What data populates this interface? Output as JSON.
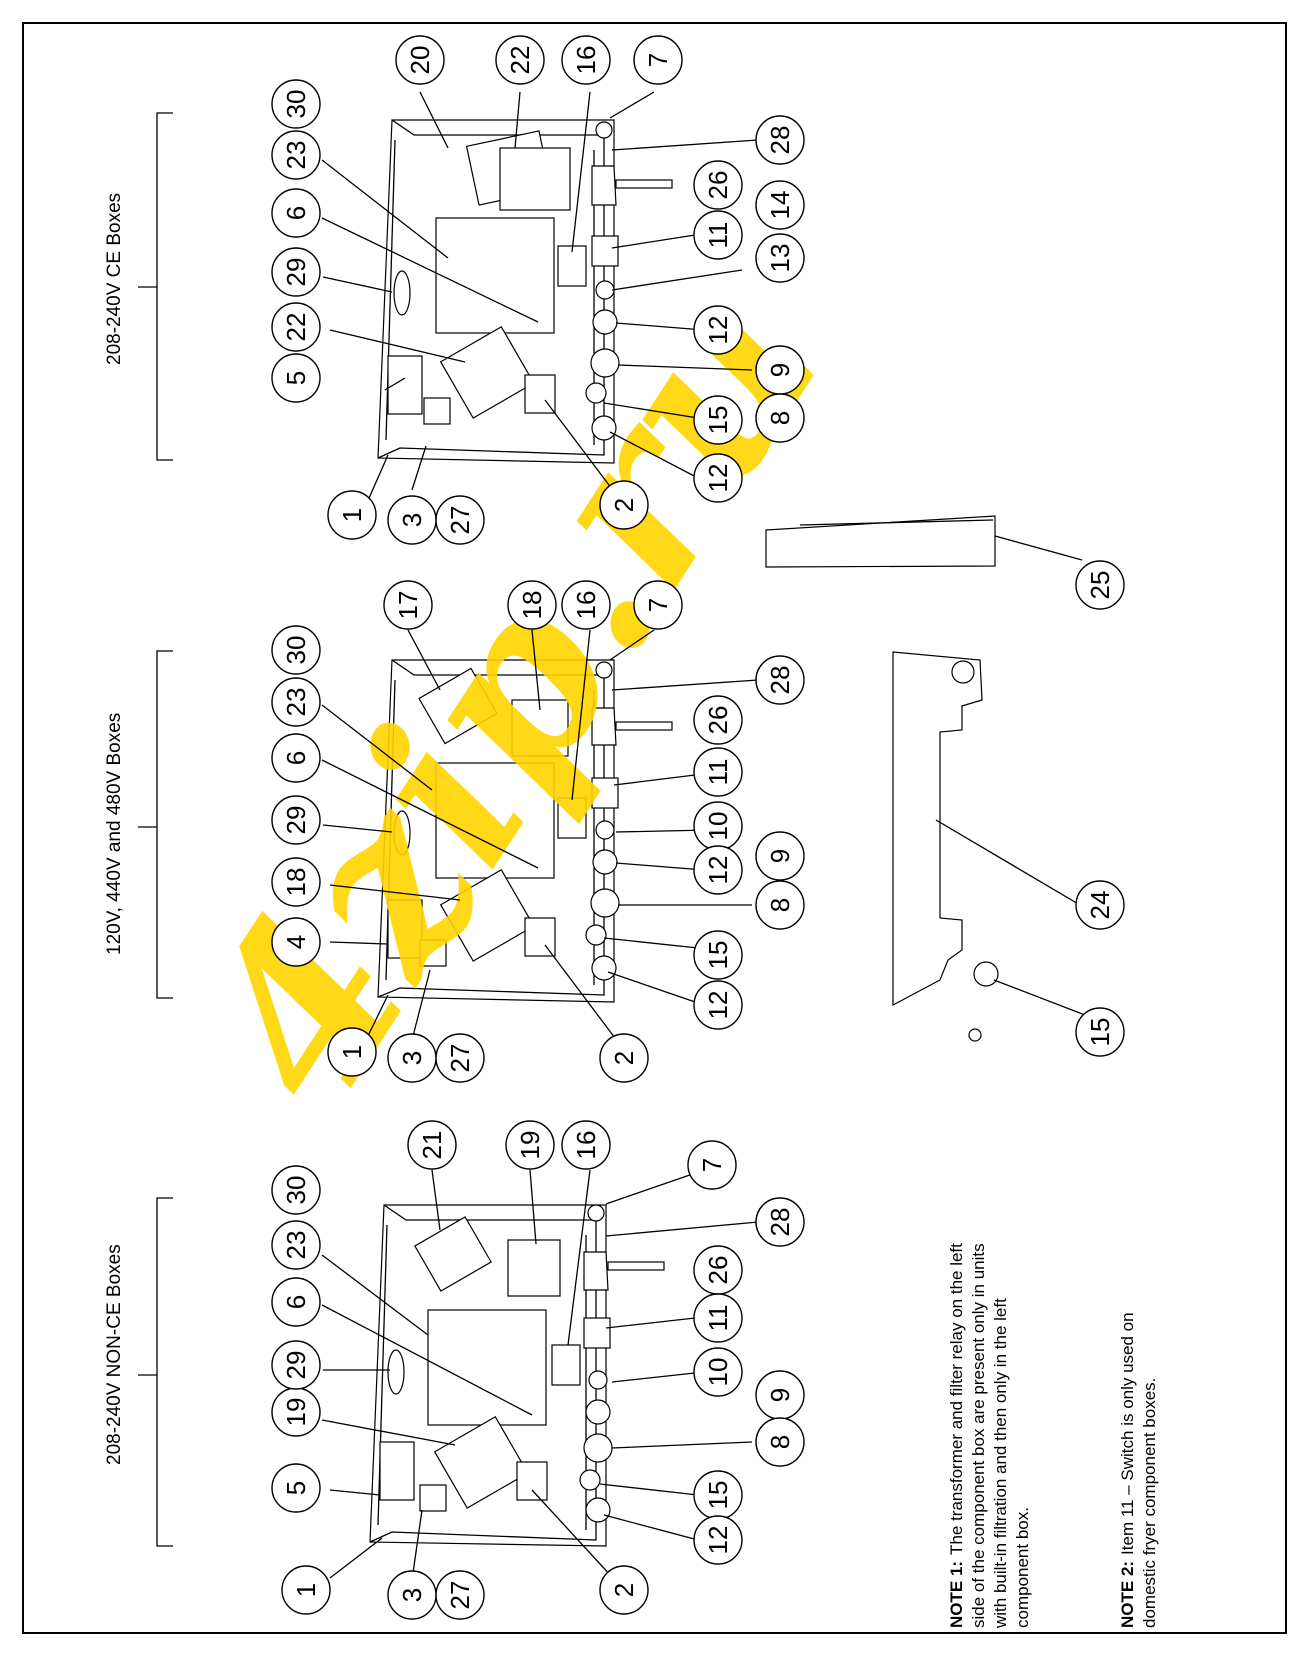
{
  "groups": [
    {
      "id": "ce",
      "title": "208-240V CE Boxes",
      "bubbles": [
        "1",
        "3",
        "27",
        "5",
        "22",
        "29",
        "6",
        "23",
        "30",
        "20",
        "22",
        "16",
        "7",
        "28",
        "26",
        "11",
        "14",
        "13",
        "12",
        "9",
        "8",
        "15",
        "12",
        "2"
      ]
    },
    {
      "id": "mid",
      "title": "120V, 440V and 480V Boxes",
      "bubbles": [
        "1",
        "3",
        "27",
        "4",
        "18",
        "29",
        "6",
        "23",
        "30",
        "17",
        "18",
        "16",
        "7",
        "28",
        "26",
        "11",
        "10",
        "12",
        "9",
        "8",
        "15",
        "12",
        "2"
      ]
    },
    {
      "id": "nonce",
      "title": "208-240V NON-CE Boxes",
      "bubbles": [
        "1",
        "3",
        "27",
        "5",
        "19",
        "29",
        "6",
        "23",
        "30",
        "21",
        "19",
        "16",
        "7",
        "28",
        "26",
        "11",
        "10",
        "9",
        "8",
        "15",
        "12",
        "2"
      ]
    }
  ],
  "brackets": {
    "bracket_25": "25",
    "bracket_24": "24",
    "bracket_15": "15"
  },
  "notes": {
    "note1_label": "NOTE 1:",
    "note1_line1": "The transformer and filter relay on the left",
    "note1_line2": "side of the component box are present only in units",
    "note1_line3": "with built-in filtration and then only in the left",
    "note1_line4": "component box.",
    "note2_label": "NOTE 2:",
    "note2_line1": "Item 11 – Switch is only used on",
    "note2_line2": "domestic fryer component boxes."
  },
  "watermark": "4zip.ru",
  "colors": {
    "watermark": "#FFD400",
    "line": "#000000"
  }
}
